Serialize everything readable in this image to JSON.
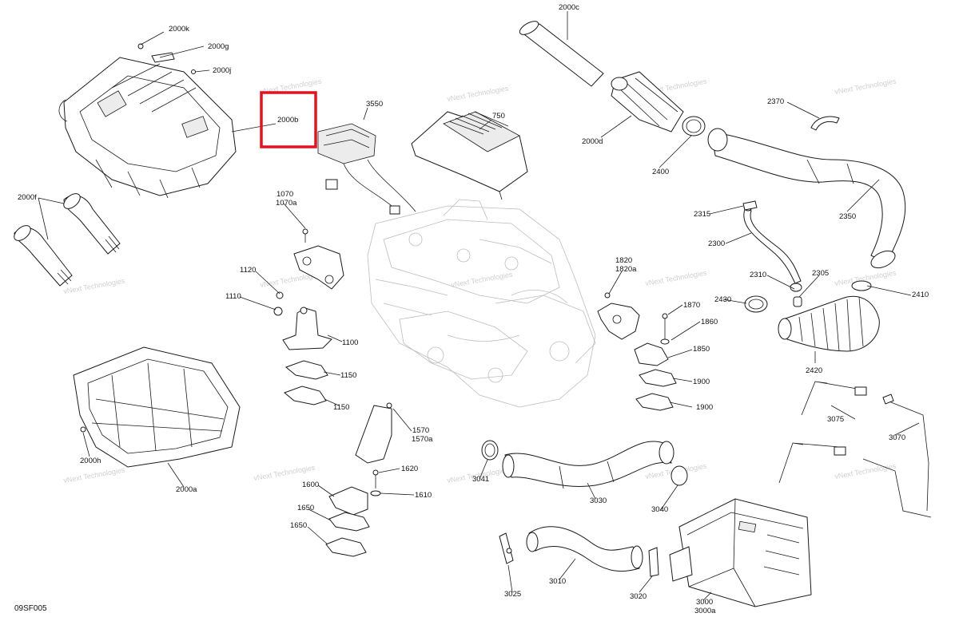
{
  "diagram": {
    "code": "09SF005",
    "watermark_text": "vNext Technologies",
    "highlight_color": "#e0141e",
    "labels": [
      "2000k",
      "2000g",
      "2000j",
      "2000b",
      "3550",
      "750",
      "2000c",
      "2000d",
      "2400",
      "2370",
      "2000f",
      "1070",
      "1070a",
      "1120",
      "1110",
      "1100",
      "1150",
      "1150",
      "2315",
      "2350",
      "2300",
      "2310",
      "2305",
      "2410",
      "2430",
      "2420",
      "1820",
      "1820a",
      "1870",
      "1860",
      "1850",
      "1900",
      "1900",
      "3075",
      "3070",
      "2000h",
      "2000a",
      "1570",
      "1570a",
      "1620",
      "1610",
      "1600",
      "1650",
      "1650",
      "3041",
      "3030",
      "3040",
      "3025",
      "3010",
      "3020",
      "3000",
      "3000a"
    ]
  }
}
